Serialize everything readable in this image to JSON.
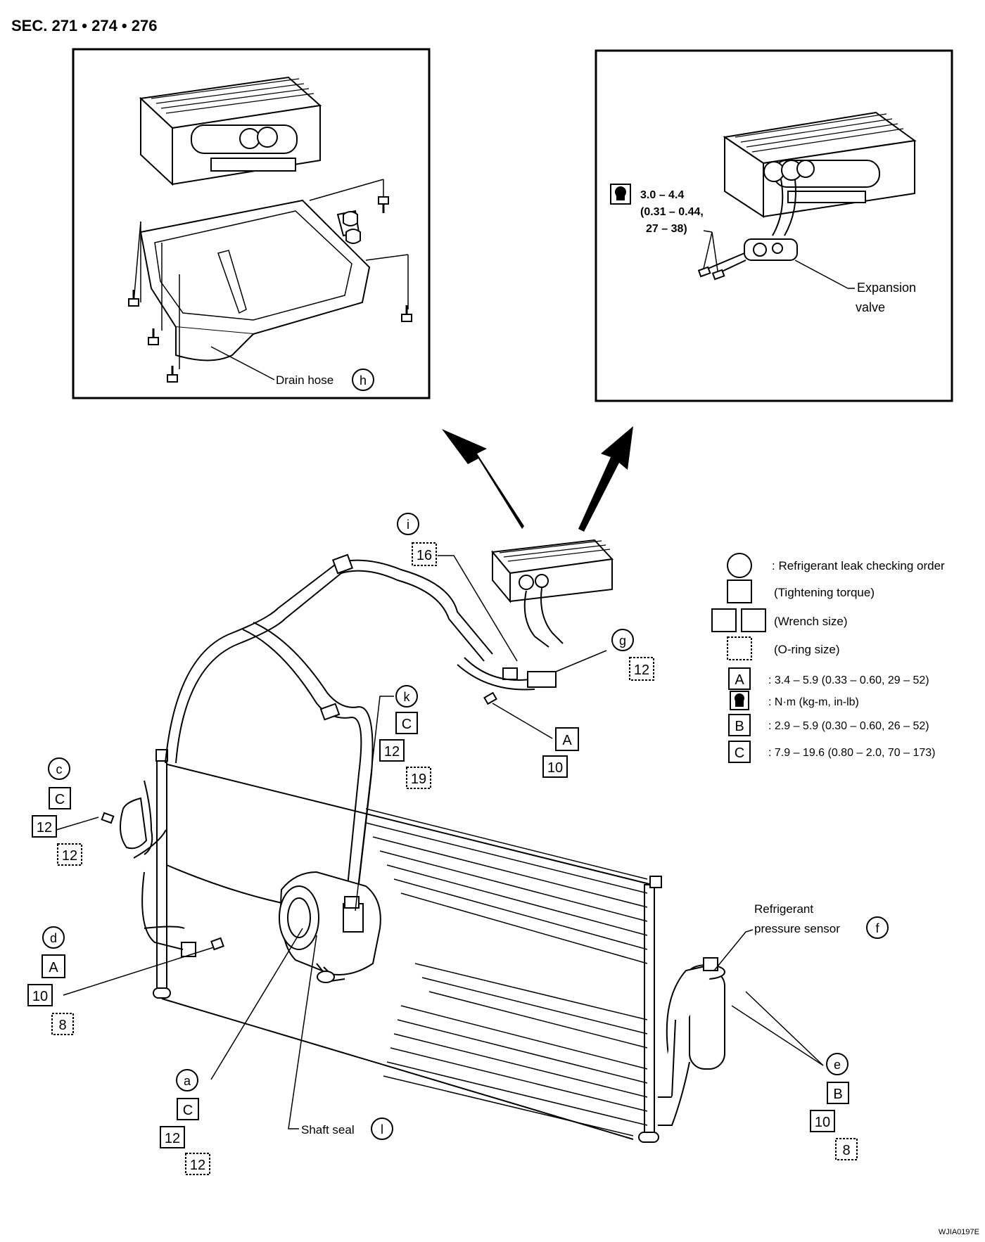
{
  "header": {
    "section": "SEC. 271 • 274 • 276"
  },
  "figure_code": "WJIA0197E",
  "inset_left": {
    "drain_label": "Drain hose",
    "drain_mark": "h"
  },
  "inset_right": {
    "torque_line1": "3.0 – 4.4",
    "torque_line2": "(0.31 – 0.44,",
    "torque_line3": "27 – 38)",
    "valve_line1": "Expansion",
    "valve_line2": "valve"
  },
  "legend": {
    "circle": ": Refrigerant leak checking order",
    "square": "(Tightening torque)",
    "wrench": "(Wrench size)",
    "oring": "(O-ring size)",
    "a_key": "A",
    "a_text": ": 3.4 – 5.9 (0.33 – 0.60, 29 – 52)",
    "unit_text": ": N·m (kg-m, in-lb)",
    "b_key": "B",
    "b_text": ": 2.9 – 5.9 (0.30 – 0.60, 26 – 52)",
    "c_key": "C",
    "c_text": ": 7.9 – 19.6 (0.80 – 2.0, 70 – 173)"
  },
  "callouts": {
    "i": {
      "mark": "i",
      "o_ring": "16"
    },
    "g": {
      "mark": "g",
      "o_ring": "12"
    },
    "k": {
      "mark": "k",
      "torque": "C",
      "wrench": "12",
      "o_ring": "19"
    },
    "a_bolt": {
      "torque": "A",
      "wrench": "10"
    },
    "c": {
      "mark": "c",
      "torque": "C",
      "wrench": "12",
      "o_ring": "12"
    },
    "d": {
      "mark": "d",
      "torque": "A",
      "wrench": "10",
      "o_ring": "8"
    },
    "a": {
      "mark": "a",
      "torque": "C",
      "wrench": "12",
      "o_ring": "12"
    },
    "l": {
      "label": "Shaft seal",
      "mark": "l"
    },
    "f": {
      "label1": "Refrigerant",
      "label2": "pressure sensor",
      "mark": "f"
    },
    "e": {
      "mark": "e",
      "torque": "B",
      "wrench": "10",
      "o_ring": "8"
    }
  }
}
